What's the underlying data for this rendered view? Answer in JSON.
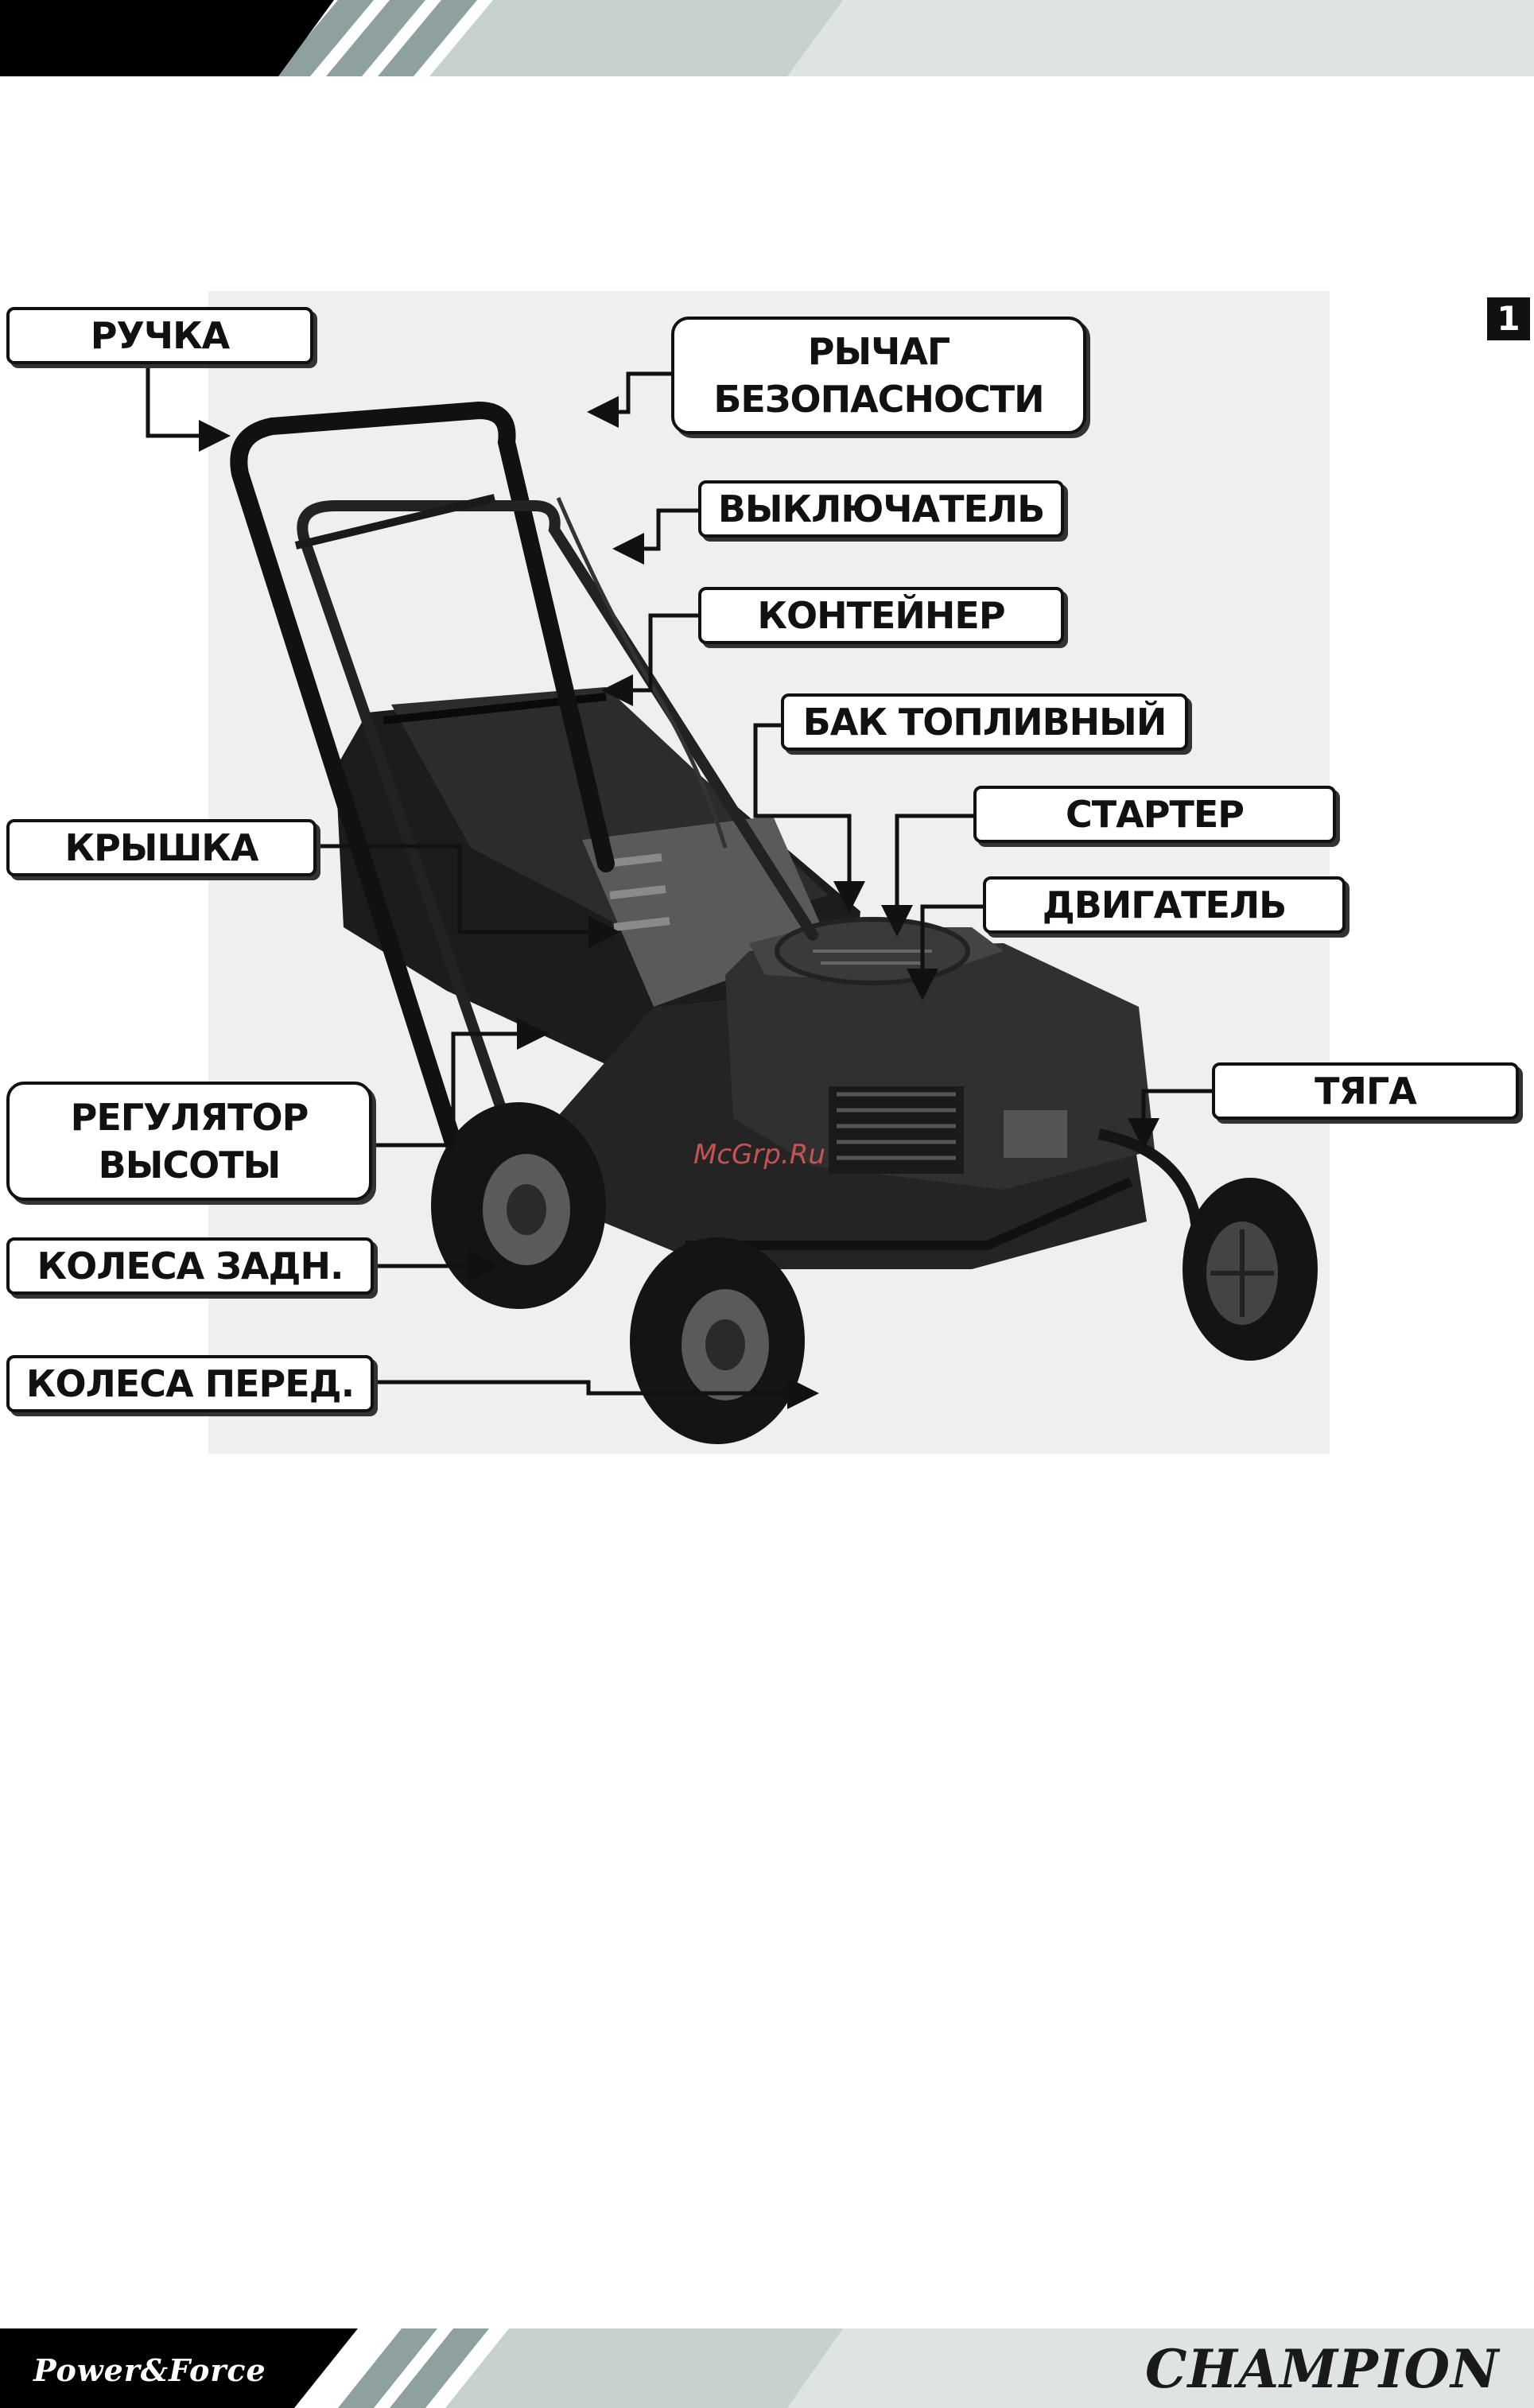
{
  "page": {
    "badge": "1",
    "watermark": "McGrp.Ru"
  },
  "labels": {
    "handle": "РУЧКА",
    "safety_lever_line1": "РЫЧАГ",
    "safety_lever_line2": "БЕЗОПАСНОСТИ",
    "switch": "ВЫКЛЮЧАТЕЛЬ",
    "container": "КОНТЕЙНЕР",
    "fuel_tank": "БАК ТОПЛИВНЫЙ",
    "starter": "СТАРТЕР",
    "engine": "ДВИГАТЕЛЬ",
    "cover": "КРЫШКА",
    "height_adjuster_line1": "РЕГУЛЯТОР",
    "height_adjuster_line2": "ВЫСОТЫ",
    "rod": "ТЯГА",
    "rear_wheels": "КОЛЕСА ЗАДН.",
    "front_wheels": "КОЛЕСА ПЕРЕД."
  },
  "footer": {
    "left_brand": "Power&Force",
    "right_brand": "CHAMPION"
  },
  "colors": {
    "header_black": "#000000",
    "stripe_gray": "#8fa0a0",
    "band_light": "#c7d1d0",
    "ink": "#111111"
  }
}
